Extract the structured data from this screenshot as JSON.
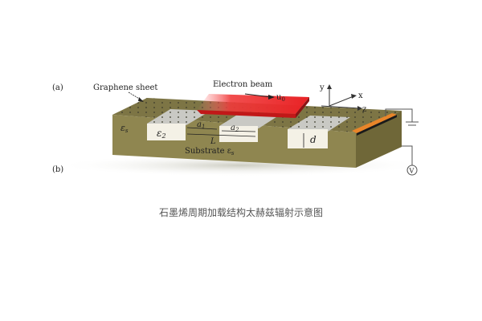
{
  "figure": {
    "panel_labels": {
      "a": "(a)",
      "b": "(b)"
    },
    "labels": {
      "graphene_sheet": "Graphene sheet",
      "electron_beam": "Electron beam",
      "velocity": "u",
      "velocity_sub": "0",
      "epsilon_s_left": "ε",
      "epsilon_s_left_sub": "s",
      "epsilon_2": "ε",
      "epsilon_2_sub": "2",
      "a1": "a",
      "a1_sub": "1",
      "a2": "a",
      "a2_sub": "2",
      "L": "L",
      "d": "d",
      "substrate": "Substrate ε",
      "substrate_sub": "s",
      "axis_y": "y",
      "axis_x": "x",
      "axis_z": "z",
      "voltmeter": "V"
    },
    "colors": {
      "substrate_top": "#7d7545",
      "substrate_front": "#8f8650",
      "substrate_side": "#6f6738",
      "groove": "#f4f1e6",
      "graphene_strip": "#c9c9c4",
      "electron_beam": "#e8282b",
      "electrode": "#e8852a"
    }
  },
  "caption": "石墨烯周期加载结构太赫兹辐射示意图"
}
